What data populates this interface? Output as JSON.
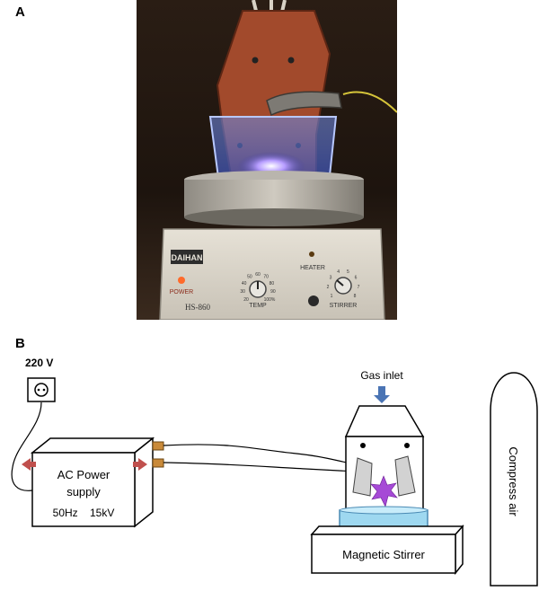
{
  "figure": {
    "panel_a_label": "A",
    "panel_b_label": "B"
  },
  "photo": {
    "brand": "DAIHAN",
    "model": "HS-860",
    "power_label": "POWER",
    "heater_label": "HEATER",
    "temp_label": "TEMP",
    "stirrer_label": "STIRRER",
    "temp_scale": [
      "20",
      "30",
      "40",
      "50",
      "60",
      "70",
      "80",
      "90",
      "100%"
    ],
    "stirrer_scale": [
      "1",
      "2",
      "3",
      "4",
      "5",
      "6",
      "7",
      "8"
    ]
  },
  "schematic": {
    "voltage_label": "220 V",
    "power_supply_line1": "AC Power",
    "power_supply_line2": "supply",
    "power_supply_line3": "50Hz    15kV",
    "gas_inlet_label": "Gas inlet",
    "stirrer_label": "Magnetic Stirrer",
    "cylinder_label": "Compress air"
  },
  "colors": {
    "arrow_blue": "#4a74b4",
    "supply_arrow": "#c0504d",
    "connector": "#c98a3a",
    "plasma": "#a64ad6",
    "liquid": "#9ed8f0"
  }
}
